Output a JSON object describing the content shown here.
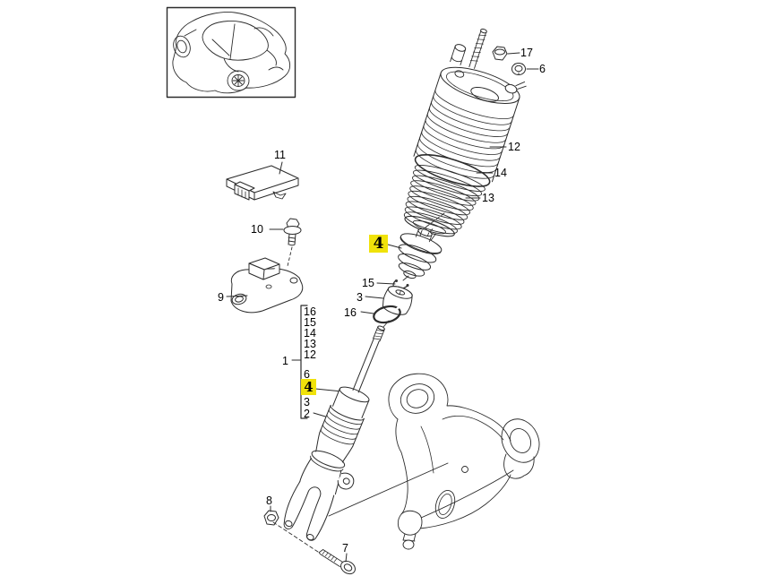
{
  "style": {
    "background": "#ffffff",
    "line_color": "#2b2b2b",
    "highlight_color": "#f0e20a",
    "label_color": "#000000"
  },
  "callouts": {
    "c17": "17",
    "c6": "6",
    "c12": "12",
    "c14": "14",
    "c13": "13",
    "c4_bumpstop": "4",
    "c15": "15",
    "c3": "3",
    "c16": "16",
    "c11": "11",
    "c10": "10",
    "c9": "9",
    "c8": "8",
    "c7": "7"
  },
  "group_list": {
    "bracket_label": "1",
    "items": [
      "16",
      "15",
      "14",
      "13",
      "12",
      "6",
      "4",
      "3",
      "2"
    ],
    "highlighted_item": "4"
  }
}
